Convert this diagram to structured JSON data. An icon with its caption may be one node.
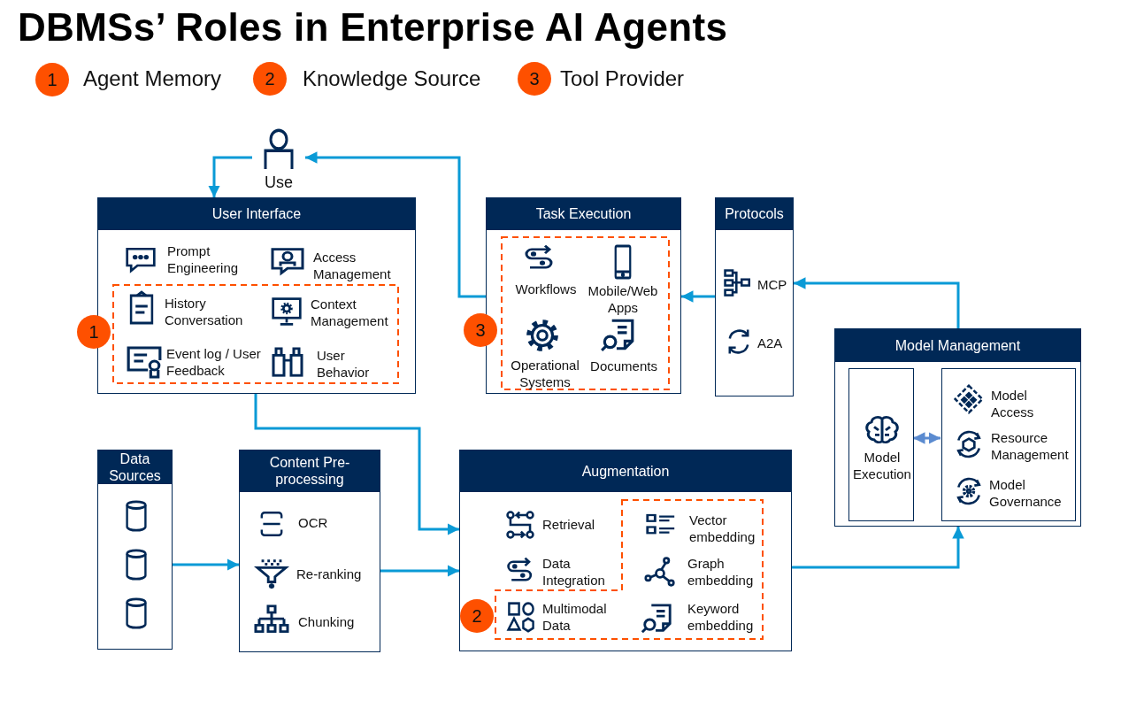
{
  "diagram": {
    "title": "DBMSs’ Roles in Enterprise AI Agents",
    "nodes": [
      {
        "text": [
          "1"
        ],
        "beside": [
          "Agent Memory"
        ]
      },
      {
        "text": [
          "2"
        ],
        "beside": [
          "Knowledge Source"
        ]
      },
      {
        "text": [
          "3"
        ],
        "beside": [
          "Tool Provider"
        ]
      },
      {
        "text": [
          "Use"
        ]
      },
      {
        "text": [
          "User Interface",
          "Prompt Engineering",
          "Access Management",
          "History Conversation",
          "Context Management",
          "Event log / User Feedback",
          "User Behavior"
        ]
      },
      {
        "text": [
          "1"
        ]
      },
      {
        "text": [
          "Task Execution",
          "Workflows",
          "Mobile/Web Apps",
          "Operational Systems",
          "Documents"
        ]
      },
      {
        "text": [
          "3"
        ]
      },
      {
        "text": [
          "Protocols",
          "MCP",
          "A2A"
        ]
      },
      {
        "text": [
          "Model Management"
        ]
      },
      {
        "text": [
          "Model Execution"
        ],
        "in": 9
      },
      {
        "text": [
          "Model Access",
          "Resource Management",
          "Model Governance"
        ],
        "in": 9
      },
      {
        "text": [
          "Data Sources"
        ]
      },
      {
        "text": [
          "Content Pre-processing",
          "OCR",
          "Re-ranking",
          "Chunking"
        ]
      },
      {
        "text": [
          "Augmentation",
          "Retrieval",
          "Vector embedding",
          "Data Integration",
          "Graph embedding",
          "Multimodal Data",
          "Keyword embedding"
        ]
      },
      {
        "text": [
          "2"
        ],
        "in": 14
      }
    ],
    "edges": [
      {
        "from": 3,
        "to": 4,
        "arrow": "to"
      },
      {
        "from": 6,
        "to": 3,
        "arrow": "to"
      },
      {
        "from": 8,
        "to": 6,
        "arrow": "to"
      },
      {
        "from": 9,
        "to": 8,
        "arrow": "to"
      },
      {
        "from": 4,
        "to": 14,
        "arrow": "to"
      },
      {
        "from": 12,
        "to": 13,
        "arrow": "to"
      },
      {
        "from": 13,
        "to": 14,
        "arrow": "to"
      },
      {
        "from": 14,
        "to": 9,
        "arrow": "to"
      },
      {
        "from": 10,
        "to": 11,
        "arrow": "both",
        "color": "#5b8bd0"
      }
    ]
  }
}
